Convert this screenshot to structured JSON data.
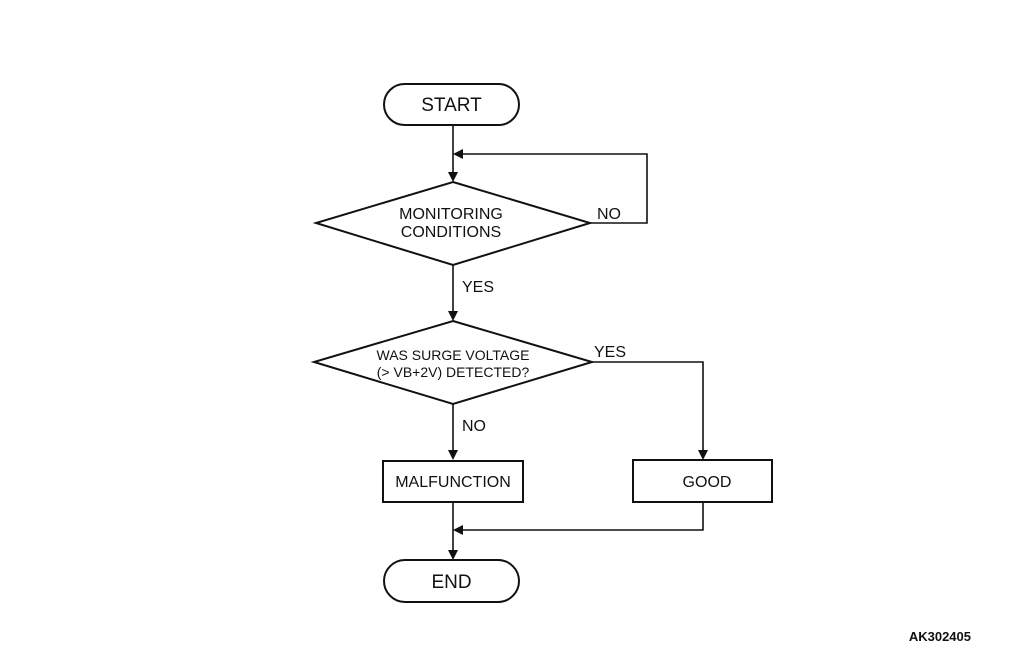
{
  "nodes": {
    "start": "START",
    "monitoring_line1": "MONITORING",
    "monitoring_line2": "CONDITIONS",
    "surge_line1": "WAS SURGE VOLTAGE",
    "surge_line2": "(> VB+2V) DETECTED?",
    "malfunction": "MALFUNCTION",
    "good": "GOOD",
    "end": "END"
  },
  "edge_labels": {
    "monitoring_no": "NO",
    "monitoring_yes": "YES",
    "surge_yes": "YES",
    "surge_no": "NO"
  },
  "figure_id": "AK302405"
}
